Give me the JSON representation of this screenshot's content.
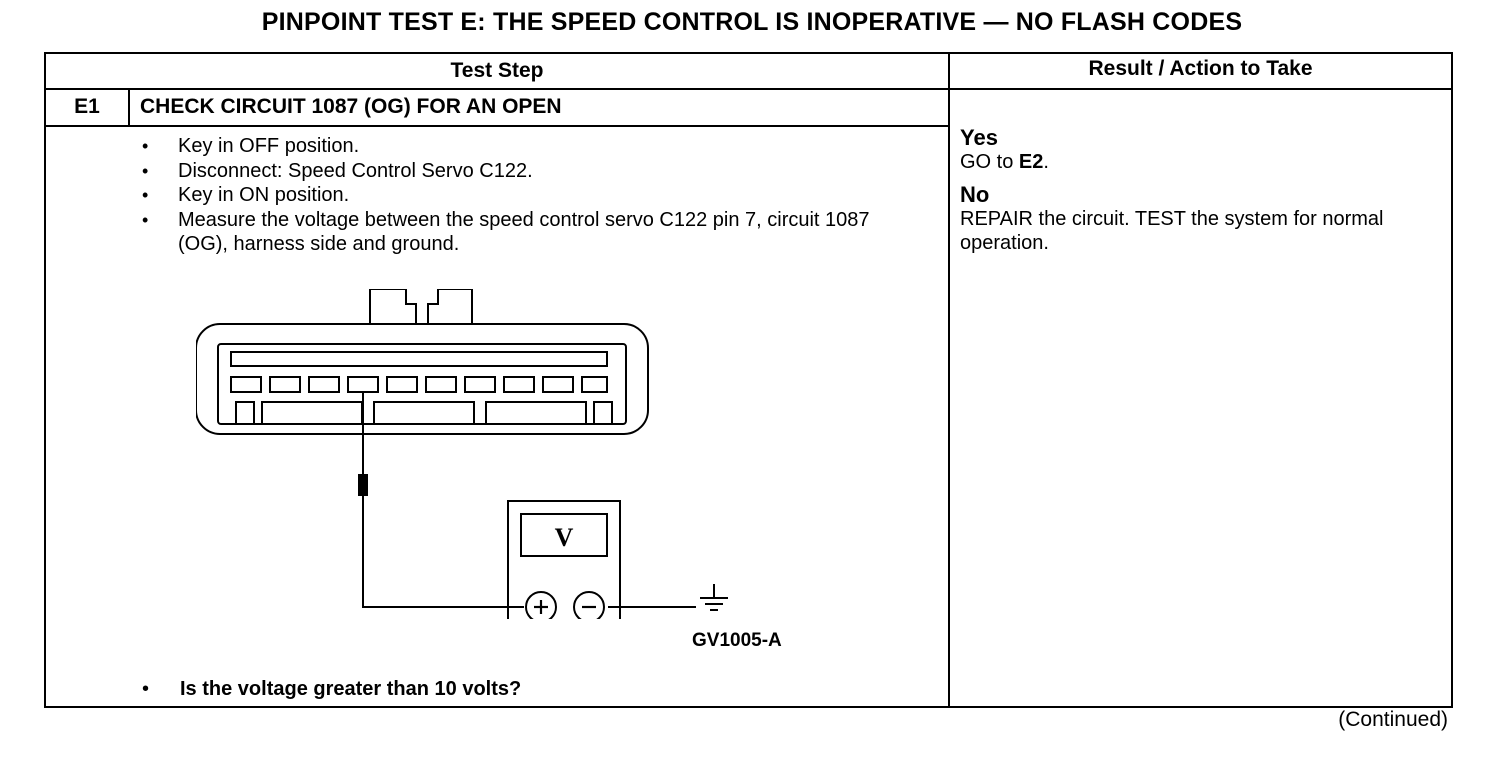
{
  "title": "PINPOINT TEST  E: THE SPEED CONTROL IS INOPERATIVE — NO FLASH CODES",
  "header": {
    "test_step": "Test Step",
    "result_action": "Result / Action to Take"
  },
  "step": {
    "id": "E1",
    "title": "CHECK CIRCUIT 1087 (OG) FOR AN OPEN",
    "bullets": [
      "Key in OFF position.",
      "Disconnect: Speed Control Servo C122.",
      "Key in ON position.",
      "Measure the voltage between the speed control servo C122 pin 7, circuit 1087 (OG), harness side and ground."
    ],
    "question": "Is the voltage greater than 10 volts?",
    "figure_id": "GV1005-A",
    "meter_label": "V"
  },
  "results": {
    "yes_label": "Yes",
    "yes_prefix": "GO to ",
    "yes_target": "E2",
    "yes_suffix": ".",
    "no_label": "No",
    "no_text": "REPAIR the circuit. TEST the system for normal operation."
  },
  "footer": {
    "continued": "(Continued)"
  }
}
